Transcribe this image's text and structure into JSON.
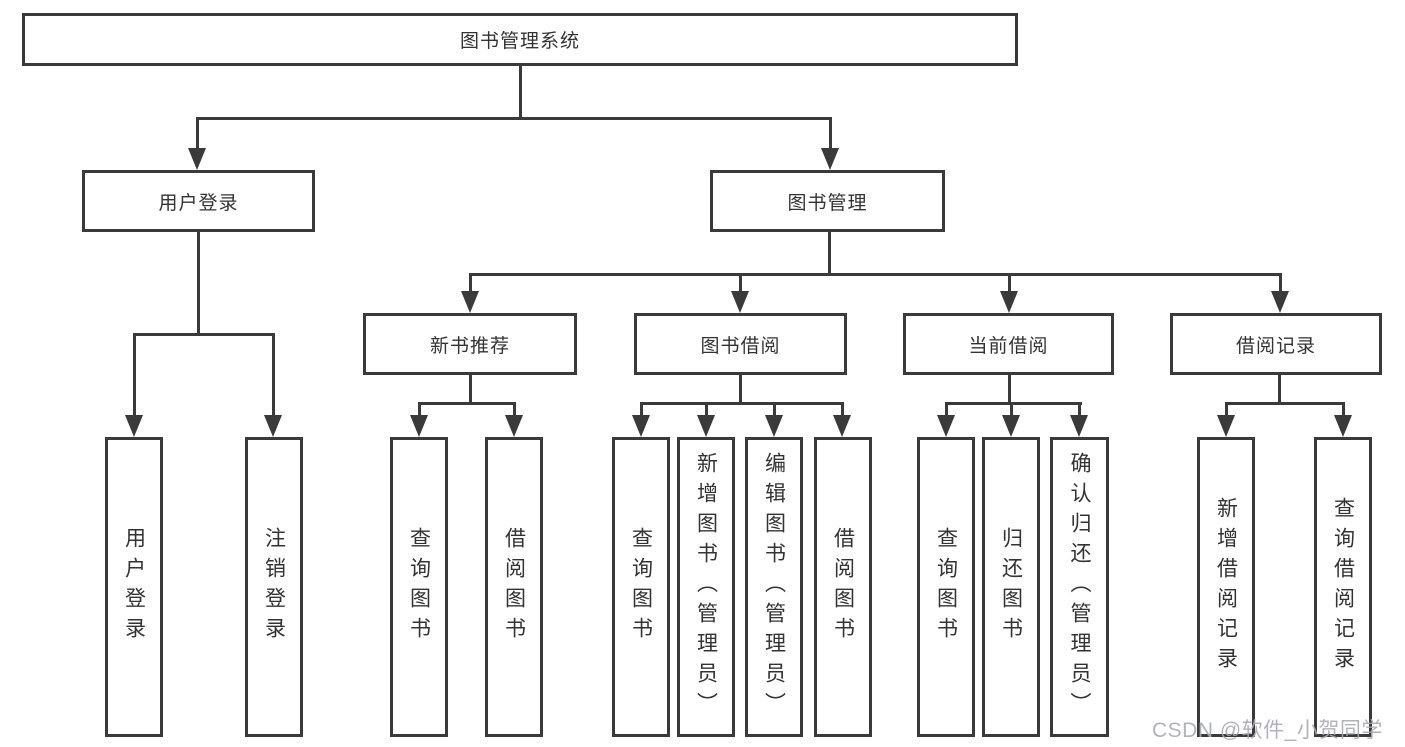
{
  "diagram": {
    "root": {
      "label": "图书管理系统"
    },
    "level1": [
      {
        "label": "用户登录"
      },
      {
        "label": "图书管理"
      }
    ],
    "level2": [
      {
        "label": "新书推荐"
      },
      {
        "label": "图书借阅"
      },
      {
        "label": "当前借阅"
      },
      {
        "label": "借阅记录"
      }
    ],
    "leaves": {
      "user_login": [
        "用户登录",
        "注销登录"
      ],
      "new_books": [
        "查询图书",
        "借阅图书"
      ],
      "book_borrow": [
        "查询图书",
        "新增图书（管理员）",
        "编辑图书（管理员）",
        "借阅图书"
      ],
      "current_borrow": [
        "查询图书",
        "归还图书",
        "确认归还（管理员）"
      ],
      "borrow_records": [
        "新增借阅记录",
        "查询借阅记录"
      ]
    },
    "colors": {
      "line": "#3a3a3a",
      "text": "#333333",
      "background": "#ffffff",
      "watermark": "#a8abb3"
    }
  },
  "watermark": {
    "text": "CSDN @软件_小贺同学"
  }
}
